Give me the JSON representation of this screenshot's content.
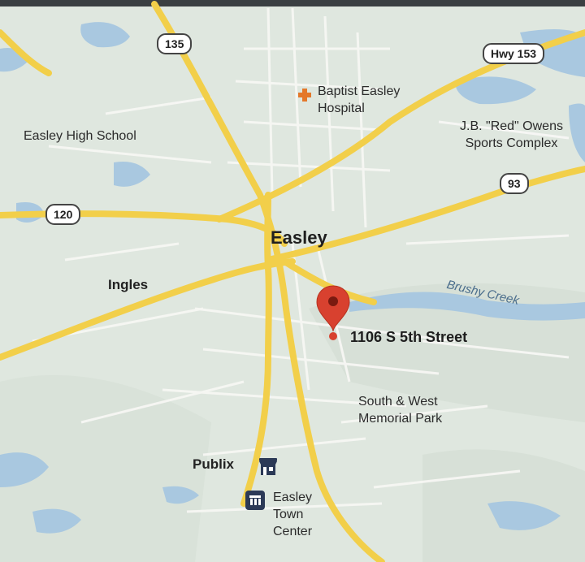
{
  "map": {
    "place_labels": {
      "town": "Easley",
      "hospital": "Baptist Easley\nHospital",
      "high_school": "Easley High School",
      "sports_complex": "J.B. \"Red\" Owens\nSports Complex",
      "ingles": "Ingles",
      "memorial_park": "South & West\nMemorial Park",
      "publix": "Publix",
      "town_center": "Easley\nTown\nCenter"
    },
    "water_label": "Brushy Creek",
    "address": "1106 S 5th Street",
    "route_shields": {
      "r135": "135",
      "hwy153": "Hwy 153",
      "r93": "93",
      "r120": "120"
    },
    "icons": {
      "hospital": "hospital-cross-icon",
      "pin": "location-pin-icon",
      "publix": "storefront-icon",
      "town_center": "shopping-center-icon"
    },
    "colors": {
      "land": "#dfe7df",
      "water": "#a9c8e0",
      "road": "#f2cf4a",
      "minor_road": "#f7f7f4",
      "pin": "#d8412f",
      "hospital_cross": "#e4782a",
      "store_icon": "#2c3a57"
    }
  }
}
